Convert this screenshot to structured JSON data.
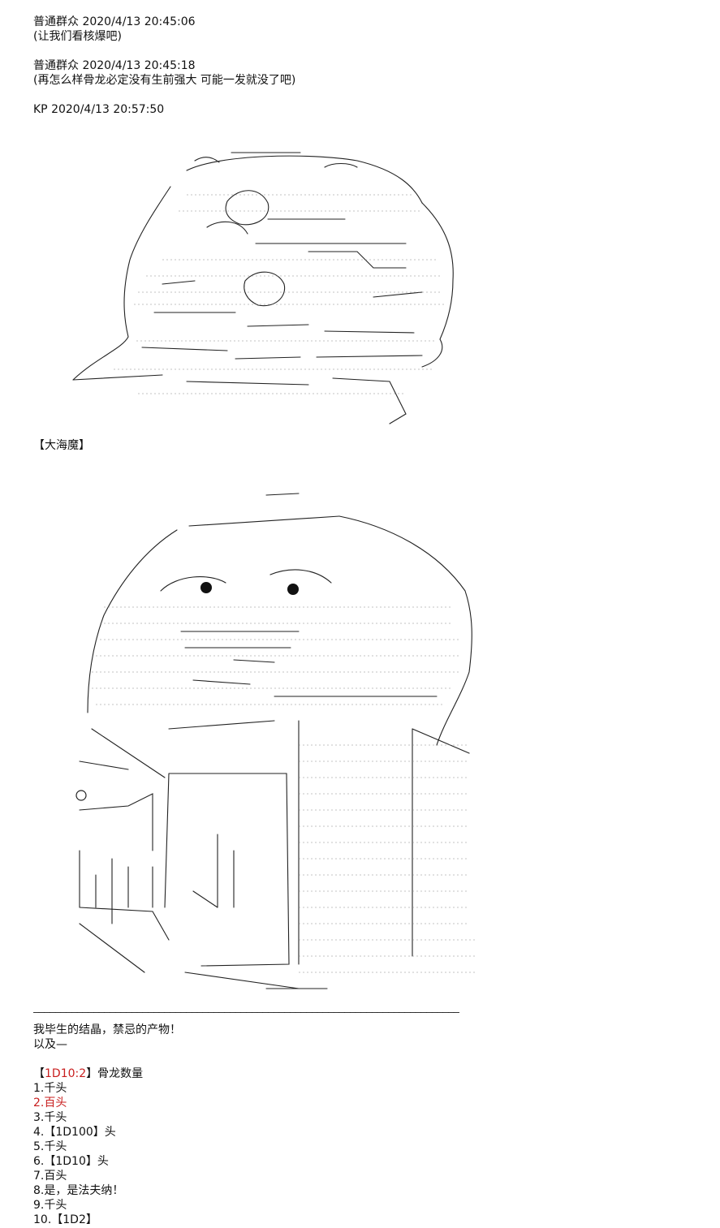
{
  "posts": [
    {
      "author": "普通群众",
      "time": "2020/4/13 20:45:06",
      "message": "(让我们看核爆吧)"
    },
    {
      "author": "普通群众",
      "time": "2020/4/13 20:45:18",
      "message": "(再怎么样骨龙必定没有生前强大 可能一发就没了吧)"
    },
    {
      "author": "KP",
      "time": "2020/4/13 20:57:50"
    }
  ],
  "section_label": "【大海魔】",
  "separator": "——————————————————————————————————————————————————————————————————————————————",
  "narration": [
    "我毕生的结晶，禁忌的产物！",
    "以及—"
  ],
  "roll": {
    "open": "【",
    "dice": "1D10:2",
    "close": "】",
    "title": "骨龙数量"
  },
  "options": [
    {
      "num": "1.",
      "text": "千头",
      "highlight": false
    },
    {
      "num": "2.",
      "text": "百头",
      "highlight": true
    },
    {
      "num": "3.",
      "text": "千头",
      "highlight": false
    },
    {
      "num": "4.",
      "text": "【1D100】头",
      "highlight": false
    },
    {
      "num": "5.",
      "text": "千头",
      "highlight": false
    },
    {
      "num": "6.",
      "text": "【1D10】头",
      "highlight": false
    },
    {
      "num": "7.",
      "text": "百头",
      "highlight": false
    },
    {
      "num": "8.",
      "text": "是，是法夫纳！",
      "highlight": false
    },
    {
      "num": "9.",
      "text": "千头",
      "highlight": false
    },
    {
      "num": "10.",
      "text": "【1D2】",
      "highlight": false
    }
  ],
  "colors": {
    "text": "#111111",
    "highlight": "#c81e1e",
    "background": "#ffffff"
  }
}
